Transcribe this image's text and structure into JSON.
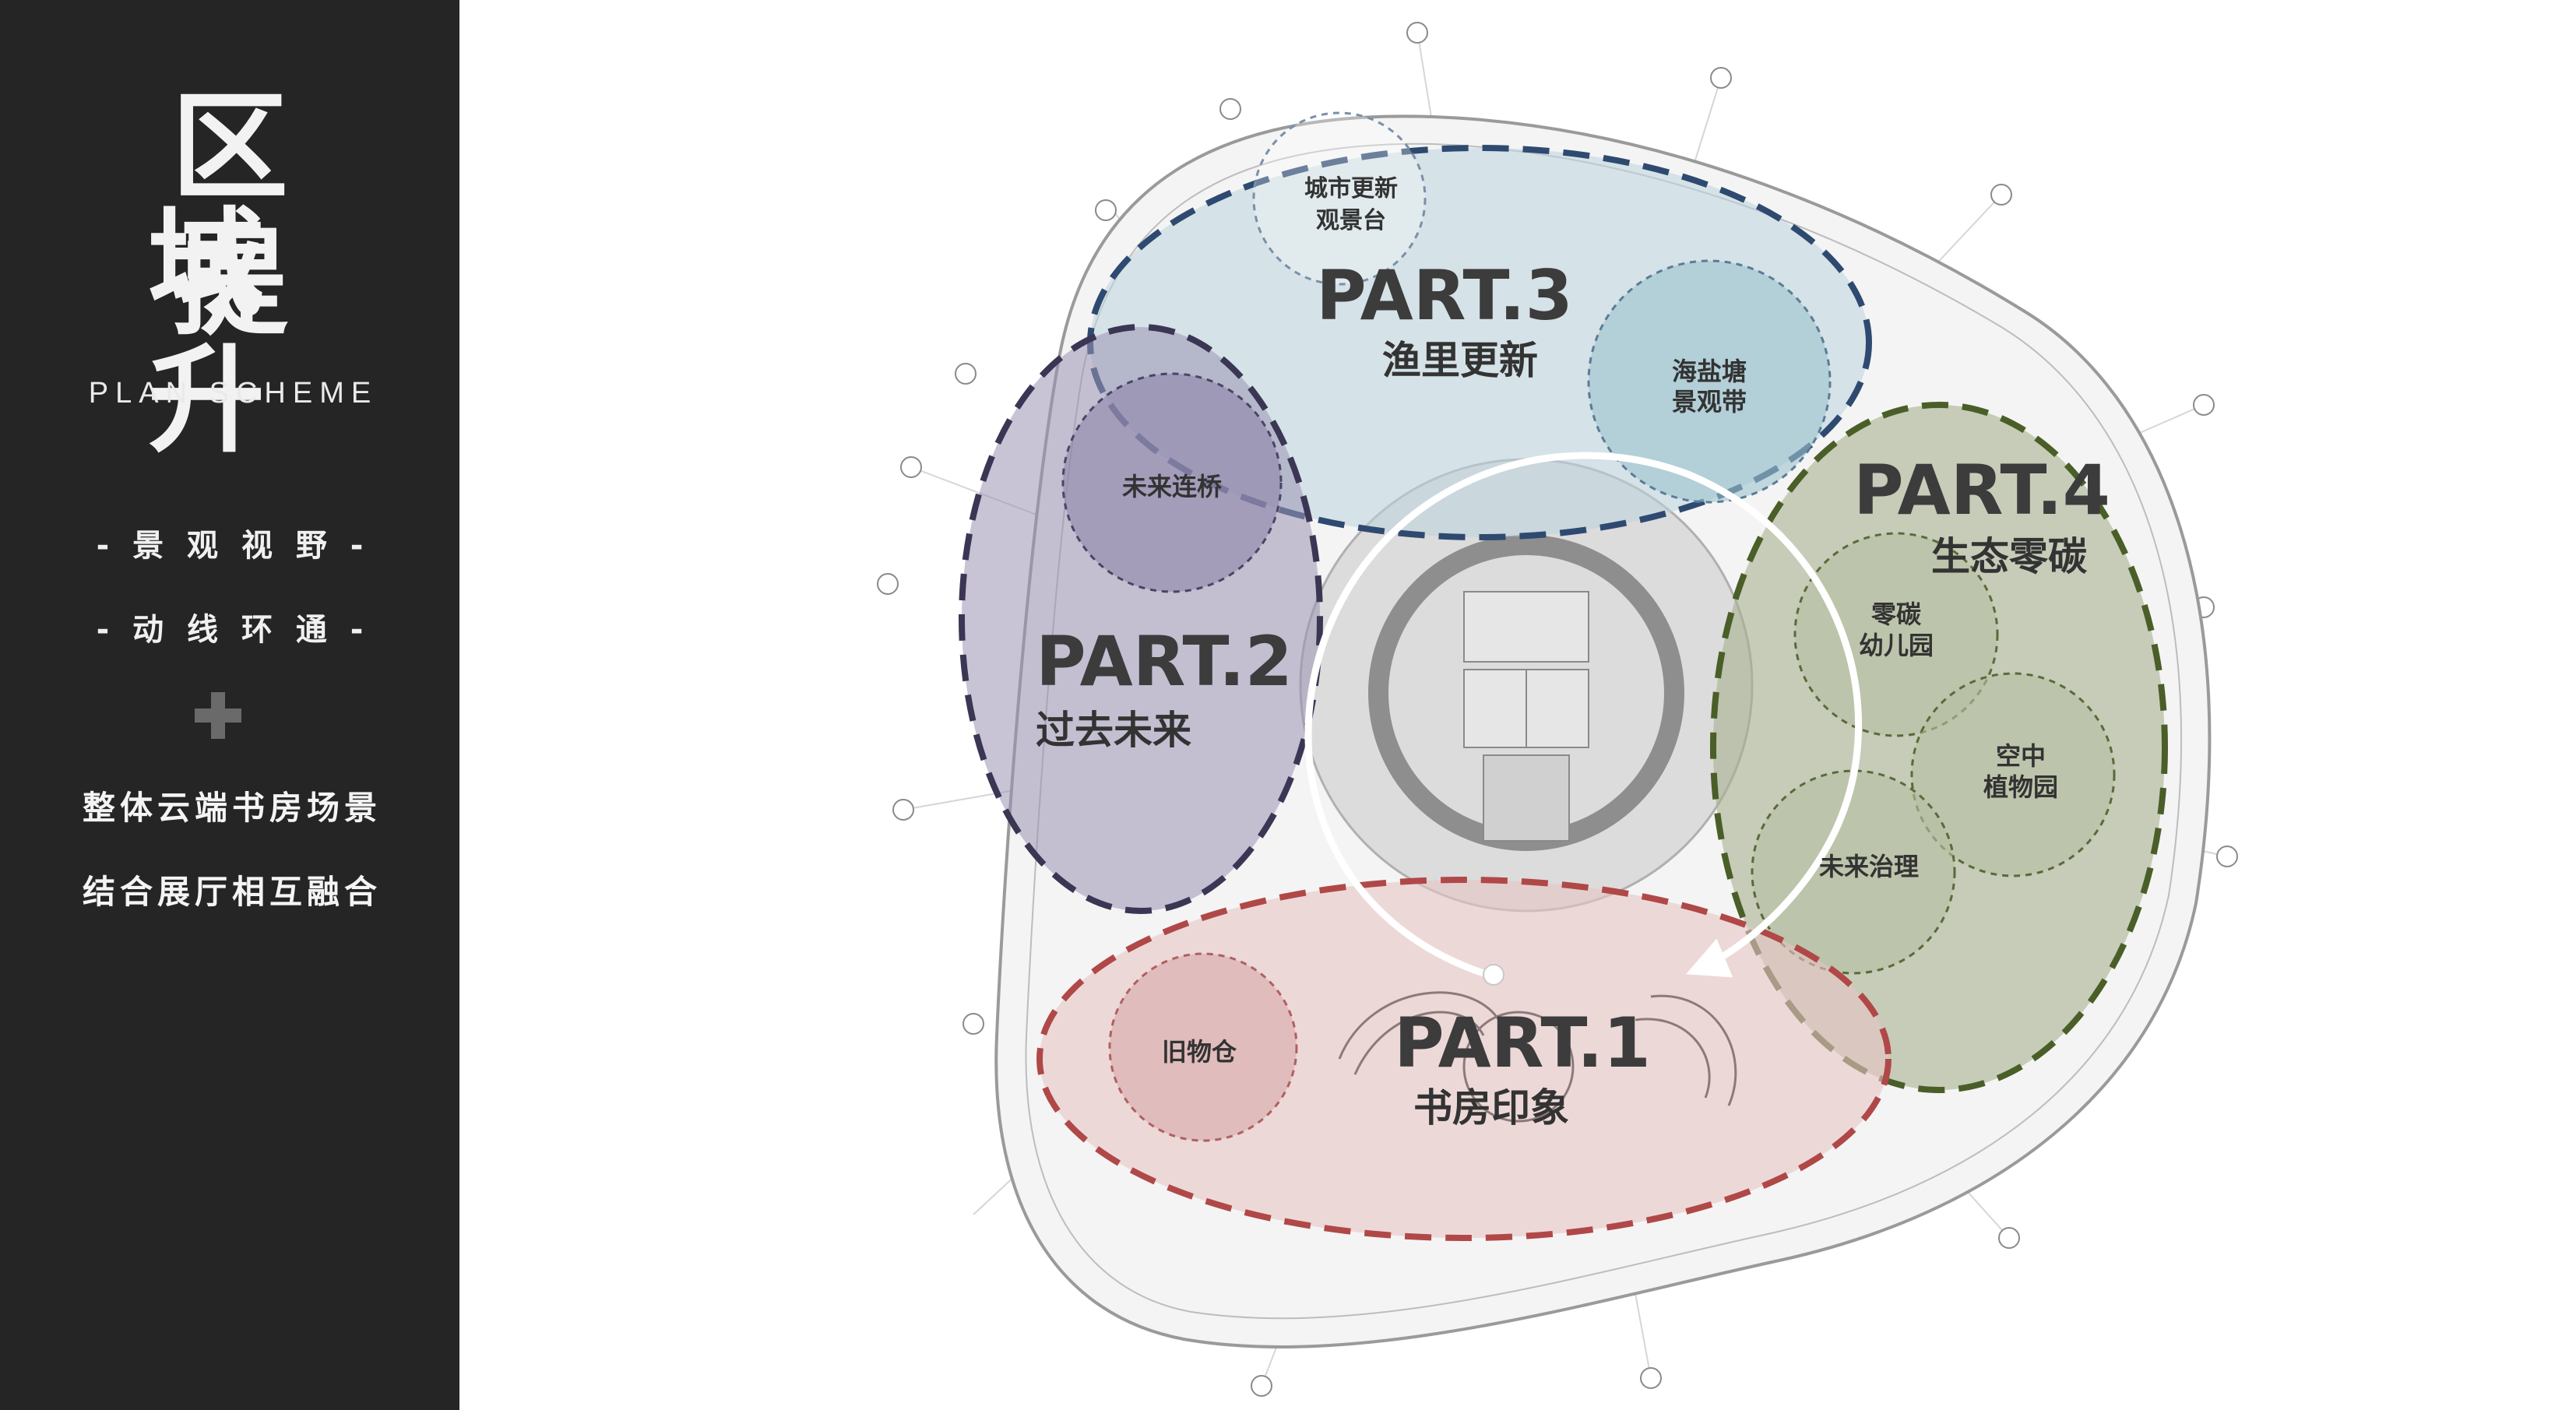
{
  "sidebar": {
    "title_line1": "区 域",
    "title_line2": "提 升",
    "subtitle": "PLAN SCHEME",
    "bullets": [
      "- 景 观 视 野 -",
      "- 动 线 环 通 -"
    ],
    "plus_icon": "plus-icon",
    "description": [
      "整体云端书房场景",
      "结合展厅相互融合"
    ]
  },
  "parts": {
    "p1": {
      "title": "PART.1",
      "name": "书房印象",
      "color": "#b04848"
    },
    "p2": {
      "title": "PART.2",
      "name": "过去未来",
      "color": "#3a3654"
    },
    "p3": {
      "title": "PART.3",
      "name": "渔里更新",
      "color": "#2f4a70"
    },
    "p4": {
      "title": "PART.4",
      "name": "生态零碳",
      "color": "#4a5e28"
    }
  },
  "zones": {
    "city_lookout_1": "城市更新",
    "city_lookout_2": "观景台",
    "salt_pond_1": "海盐塘",
    "salt_pond_2": "景观带",
    "future_bridge": "未来连桥",
    "zero_carbon_1": "零碳",
    "zero_carbon_2": "幼儿园",
    "sky_garden_1": "空中",
    "sky_garden_2": "植物园",
    "future_governance": "未来治理",
    "old_warehouse": "旧物仓"
  }
}
